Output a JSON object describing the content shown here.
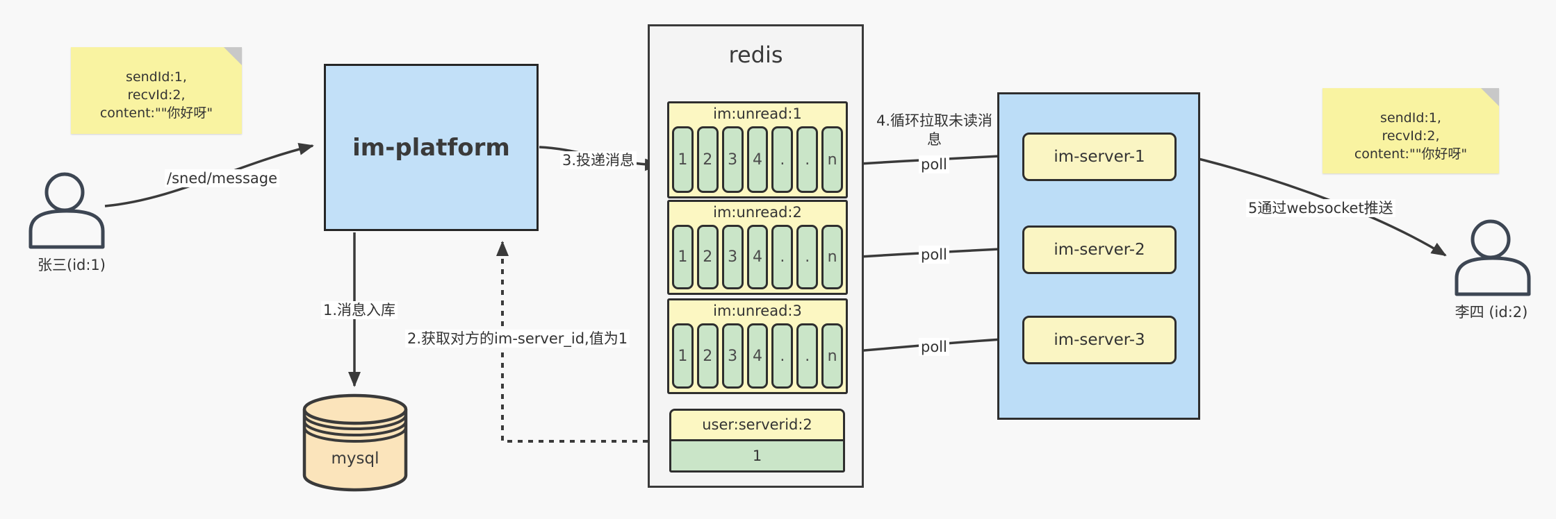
{
  "colors": {
    "background": "#f8f8f8",
    "line": "#3a3a3a",
    "text": "#333333",
    "platform_fill": "#c2e0f8",
    "server_group_fill": "#bcddf7",
    "redis_fill": "#f4f4f4",
    "note_fill": "#f9f3a1",
    "note_fold": "#c8c8c8",
    "queue_fill": "#fcf7c2",
    "cell_fill": "#cae5c8",
    "mysql_fill": "#fbe4bb",
    "server_fill": "#faf5c3"
  },
  "left_note": {
    "line1": "sendId:1,",
    "line2": "recvId:2,",
    "line3": "content:\"\"你好呀\""
  },
  "right_note": {
    "line1": "sendId:1,",
    "line2": "recvId:2,",
    "line3": "content:\"\"你好呀\""
  },
  "sender": {
    "label": "张三(id:1)"
  },
  "receiver": {
    "label": "李四 (id:2)"
  },
  "platform": {
    "label": "im-platform"
  },
  "mysql": {
    "label": "mysql"
  },
  "redis": {
    "title": "redis",
    "queues": [
      {
        "name": "im:unread:1",
        "cells": [
          "1",
          "2",
          "3",
          "4",
          ".",
          ".",
          "n"
        ]
      },
      {
        "name": "im:unread:2",
        "cells": [
          "1",
          "2",
          "3",
          "4",
          ".",
          ".",
          "n"
        ]
      },
      {
        "name": "im:unread:3",
        "cells": [
          "1",
          "2",
          "3",
          "4",
          ".",
          ".",
          "n"
        ]
      }
    ],
    "mapping": {
      "name": "user:serverid:2",
      "value": "1"
    }
  },
  "servers": [
    {
      "label": "im-server-1"
    },
    {
      "label": "im-server-2"
    },
    {
      "label": "im-server-3"
    }
  ],
  "labels": {
    "send_api": "/sned/message",
    "step1": "1.消息入库",
    "step2": "2.获取对方的im-server_id,值为1",
    "step3": "3.投递消息",
    "step4": "4.循环拉取未读消息",
    "poll": "poll",
    "step5": "5通过websocket推送"
  }
}
